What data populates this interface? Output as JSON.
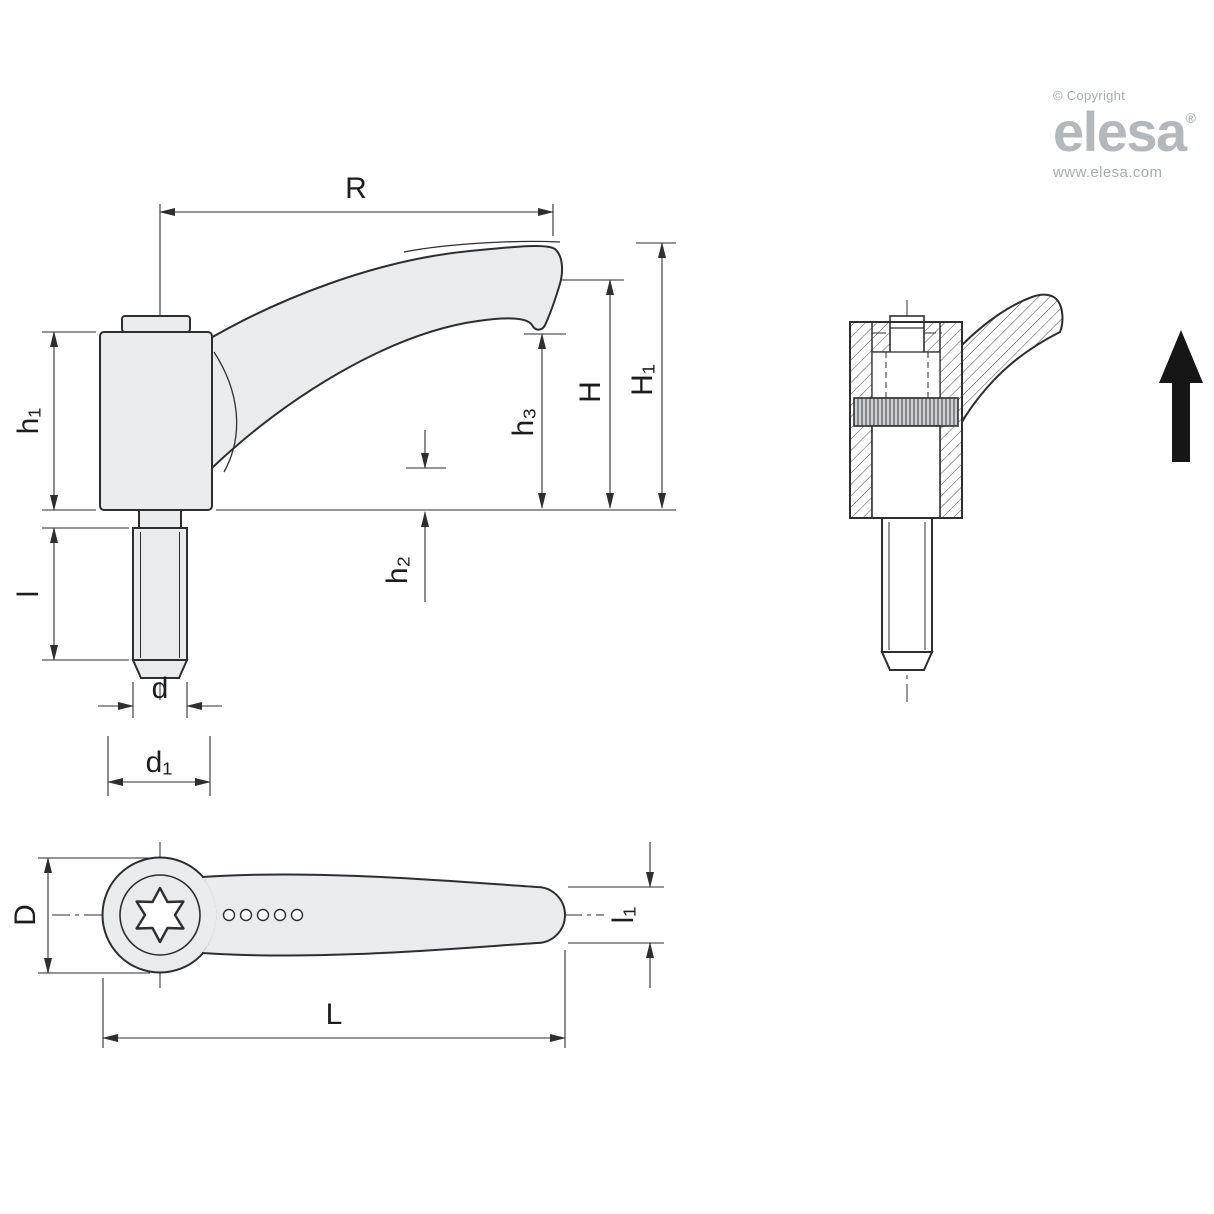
{
  "branding": {
    "copyright": "© Copyright",
    "logo_text": "elesa",
    "registered_mark": "®",
    "website": "www.elesa.com"
  },
  "side_view": {
    "labels": {
      "R": "R",
      "h1": "h₁",
      "l": "l",
      "d": "d",
      "d1": "d₁",
      "h2": "h₂",
      "h3": "h₃",
      "H": "H",
      "H1": "H₁"
    }
  },
  "plan_view": {
    "labels": {
      "D": "D",
      "L": "L",
      "l1": "l₁"
    }
  },
  "colors": {
    "line": "#2e2e2e",
    "body_fill": "#e9ebec",
    "logo_gray": "#b4b8bb",
    "muted_gray": "#a7acb0",
    "arrow_black": "#161616"
  }
}
